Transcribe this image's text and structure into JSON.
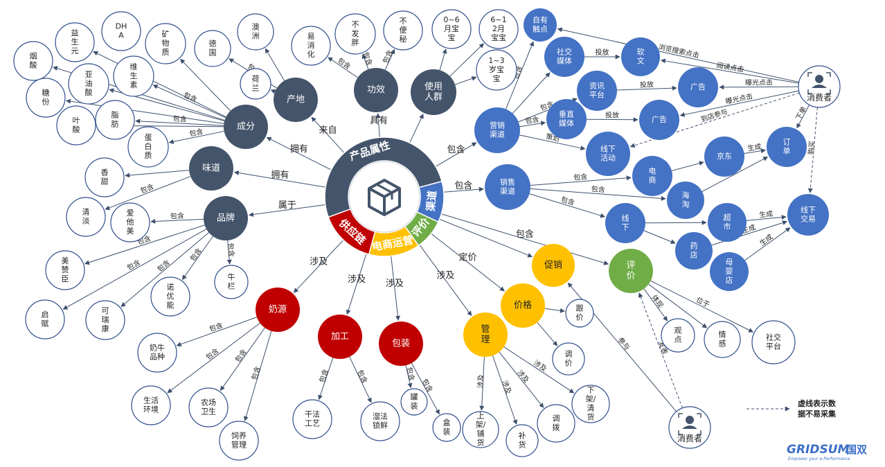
{
  "colors": {
    "dark": "#44546a",
    "blue": "#4472c4",
    "red": "#c00000",
    "gold": "#ffc000",
    "green": "#70ad47",
    "outline": "#2f4e8c",
    "edge": "#3c4f6c",
    "brand": "#3b6fc4"
  },
  "center": {
    "icon": "product-box-icon",
    "segments": [
      {
        "key": "attr",
        "label": "产品属性",
        "color": "#44546a"
      },
      {
        "key": "channel",
        "label": "渠道",
        "color": "#4472c4"
      },
      {
        "key": "review",
        "label": "评价",
        "color": "#70ad47"
      },
      {
        "key": "ecom",
        "label": "电商运营",
        "color": "#ffc000"
      },
      {
        "key": "supply",
        "label": "供应链",
        "color": "#c00000"
      }
    ]
  },
  "nodes": [
    {
      "id": "chengfen",
      "label": "成分",
      "style": "dark"
    },
    {
      "id": "chandi",
      "label": "产地",
      "style": "dark"
    },
    {
      "id": "gongxiao",
      "label": "功效",
      "style": "dark"
    },
    {
      "id": "renqun",
      "label": "使用\n人群",
      "style": "dark"
    },
    {
      "id": "weidao",
      "label": "味道",
      "style": "dark"
    },
    {
      "id": "pinpai",
      "label": "品牌",
      "style": "dark"
    },
    {
      "id": "yansuan",
      "label": "烟\n酸",
      "style": "outline"
    },
    {
      "id": "yisheng",
      "label": "益\n生\n元",
      "style": "outline"
    },
    {
      "id": "dha",
      "label": "DH\nA",
      "style": "outline"
    },
    {
      "id": "kuangwu",
      "label": "矿\n物\n质",
      "style": "outline"
    },
    {
      "id": "tanggan",
      "label": "糖\n份",
      "style": "outline"
    },
    {
      "id": "yayou",
      "label": "亚\n油\n酸",
      "style": "outline"
    },
    {
      "id": "weisheng",
      "label": "维\n生\n素",
      "style": "outline"
    },
    {
      "id": "yesuan",
      "label": "叶\n酸",
      "style": "outline"
    },
    {
      "id": "zhifang",
      "label": "脂\n肪",
      "style": "outline"
    },
    {
      "id": "danbai",
      "label": "蛋\n白\n质",
      "style": "outline"
    },
    {
      "id": "aozhou",
      "label": "澳\n洲",
      "style": "outline"
    },
    {
      "id": "deguo",
      "label": "德\n国",
      "style": "outline"
    },
    {
      "id": "helan",
      "label": "荷\n兰",
      "style": "outline"
    },
    {
      "id": "yixiao",
      "label": "易\n消\n化",
      "style": "outline"
    },
    {
      "id": "bufapang",
      "label": "不\n发\n胖",
      "style": "outline"
    },
    {
      "id": "bubianmi",
      "label": "不\n便\n秘",
      "style": "outline"
    },
    {
      "id": "age06",
      "label": "0~6\n月宝\n宝",
      "style": "outline"
    },
    {
      "id": "age612",
      "label": "6~1\n2月\n宝宝",
      "style": "outline"
    },
    {
      "id": "age13",
      "label": "1~3\n岁宝\n宝",
      "style": "outline"
    },
    {
      "id": "xiangtian",
      "label": "香\n甜",
      "style": "outline"
    },
    {
      "id": "qingdan",
      "label": "清\n淡",
      "style": "outline"
    },
    {
      "id": "aitamei",
      "label": "爱\n他\n美",
      "style": "outline"
    },
    {
      "id": "meizanchen",
      "label": "美\n赞\n臣",
      "style": "outline"
    },
    {
      "id": "niulan",
      "label": "牛\n栏",
      "style": "outline"
    },
    {
      "id": "nuoyou",
      "label": "诺\n优\n能",
      "style": "outline"
    },
    {
      "id": "qifu",
      "label": "启\n赋",
      "style": "outline"
    },
    {
      "id": "keruikang",
      "label": "可\n瑞\n康",
      "style": "outline"
    },
    {
      "id": "naiyuan",
      "label": "奶源",
      "style": "red"
    },
    {
      "id": "jiagong",
      "label": "加工",
      "style": "red"
    },
    {
      "id": "baozhuang",
      "label": "包装",
      "style": "red"
    },
    {
      "id": "nainiu",
      "label": "奶牛\n品种",
      "style": "outline"
    },
    {
      "id": "shenghuo",
      "label": "生活\n环境",
      "style": "outline"
    },
    {
      "id": "nongchang",
      "label": "农场\n卫生",
      "style": "outline"
    },
    {
      "id": "siyang",
      "label": "饲养\n管理",
      "style": "outline"
    },
    {
      "id": "ganfa",
      "label": "干法\n工艺",
      "style": "outline"
    },
    {
      "id": "shifa",
      "label": "湿法\n锁鲜",
      "style": "outline"
    },
    {
      "id": "guanzhuang",
      "label": "罐\n装",
      "style": "outline"
    },
    {
      "id": "hezhuang",
      "label": "盒\n装",
      "style": "outline"
    },
    {
      "id": "cuxiao",
      "label": "促销",
      "style": "gold"
    },
    {
      "id": "jiage",
      "label": "价格",
      "style": "gold"
    },
    {
      "id": "guanli",
      "label": "管\n理",
      "style": "gold"
    },
    {
      "id": "genjia",
      "label": "跟\n价",
      "style": "outline"
    },
    {
      "id": "tiaojia",
      "label": "调\n价",
      "style": "outline"
    },
    {
      "id": "shangjia",
      "label": "上\n架/\n铺\n货",
      "style": "outline"
    },
    {
      "id": "buhuo",
      "label": "补\n货",
      "style": "outline"
    },
    {
      "id": "tiaobo",
      "label": "调\n拨",
      "style": "outline"
    },
    {
      "id": "xiajia",
      "label": "下\n架/\n清\n货",
      "style": "outline"
    },
    {
      "id": "pingjia",
      "label": "评\n价",
      "style": "green"
    },
    {
      "id": "guandian",
      "label": "观\n点",
      "style": "outline"
    },
    {
      "id": "qinggan",
      "label": "情\n感",
      "style": "outline"
    },
    {
      "id": "shejiaopt",
      "label": "社交\n平台",
      "style": "outline"
    },
    {
      "id": "yingxiao",
      "label": "营销\n渠道",
      "style": "blue"
    },
    {
      "id": "xiaoshou",
      "label": "销售\n渠道",
      "style": "blue"
    },
    {
      "id": "ziyou",
      "label": "自有\n触点",
      "style": "blue"
    },
    {
      "id": "shejiaomt",
      "label": "社交\n媒体",
      "style": "blue"
    },
    {
      "id": "ruanwen",
      "label": "软\n文",
      "style": "blue"
    },
    {
      "id": "zixun",
      "label": "资讯\n平台",
      "style": "blue"
    },
    {
      "id": "guanggao1",
      "label": "广告",
      "style": "blue"
    },
    {
      "id": "chuizhi",
      "label": "垂直\n媒体",
      "style": "blue"
    },
    {
      "id": "guanggao2",
      "label": "广告",
      "style": "blue"
    },
    {
      "id": "xianxiahd",
      "label": "线下\n活动",
      "style": "blue"
    },
    {
      "id": "dianshang",
      "label": "电\n商",
      "style": "blue"
    },
    {
      "id": "jingdong",
      "label": "京东",
      "style": "blue"
    },
    {
      "id": "dingdan",
      "label": "订\n单",
      "style": "blue"
    },
    {
      "id": "haitao",
      "label": "海\n淘",
      "style": "blue"
    },
    {
      "id": "xianxia",
      "label": "线\n下",
      "style": "blue"
    },
    {
      "id": "chaoshi",
      "label": "超\n市",
      "style": "blue"
    },
    {
      "id": "xianxiajy",
      "label": "线下\n交易",
      "style": "blue"
    },
    {
      "id": "yaodian",
      "label": "药\n店",
      "style": "blue"
    },
    {
      "id": "muying",
      "label": "母\n婴\n店",
      "style": "blue"
    }
  ],
  "consumers": [
    {
      "id": "consumer1",
      "label": "消费者"
    },
    {
      "id": "consumer2",
      "label": "消费者"
    }
  ],
  "edge_labels": {
    "yongyou": "拥有",
    "laizi": "来自",
    "juyou": "具有",
    "baohan": "包含",
    "shuyu": "属于",
    "sheji": "涉及",
    "dingjia": "定价",
    "toufang": "投放",
    "cehua": "策划",
    "shengcheng": "生成",
    "xiadan": "下单",
    "goumai": "购买",
    "canyu": "参与",
    "fabiao": "发表",
    "tixian": "体现",
    "weiyu": "位于",
    "liulan": "浏览搜索点击",
    "yuedu": "阅读点击",
    "baoguang": "曝光点击",
    "daodian": "到店参与"
  },
  "legend": {
    "text": "虚线表示数\n据不易采集"
  },
  "brand": {
    "name": "GRIDSUM",
    "cn": "国双",
    "tagline": "Empower your e-Performance"
  }
}
